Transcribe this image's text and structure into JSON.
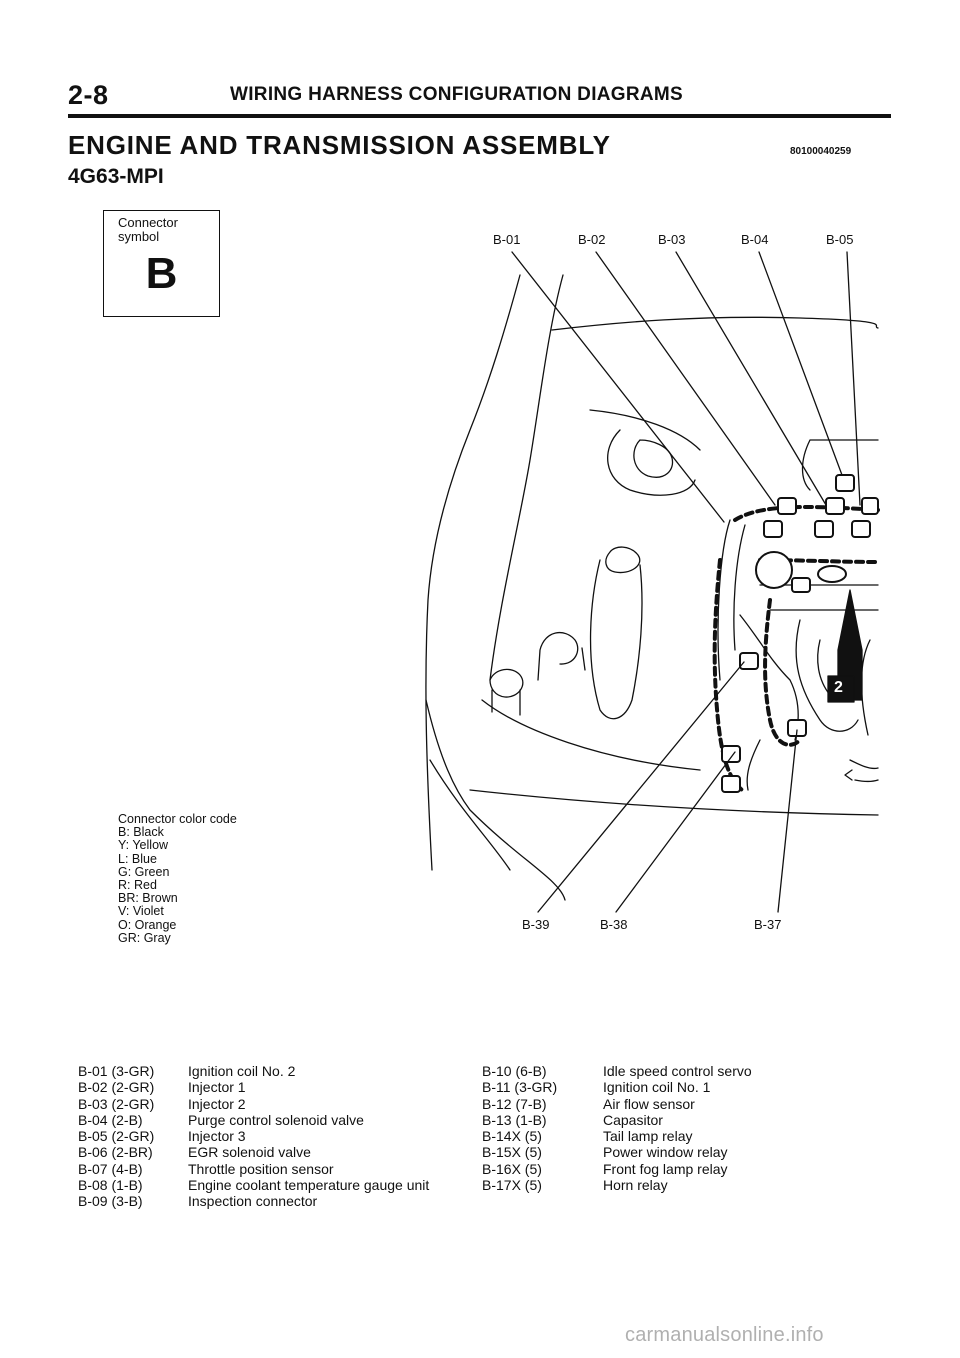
{
  "header": {
    "page_number": "2-8",
    "title": "WIRING HARNESS CONFIGURATION DIAGRAMS"
  },
  "section": {
    "title": "ENGINE AND TRANSMISSION ASSEMBLY",
    "doc_number": "80100040259",
    "model": "4G63-MPI"
  },
  "connector_symbol": {
    "label": "Connector\nsymbol",
    "letter": "B"
  },
  "color_code": {
    "title": "Connector color code",
    "entries": [
      "B: Black",
      "Y: Yellow",
      "L: Blue",
      "G: Green",
      "R: Red",
      "BR: Brown",
      "V: Violet",
      "O: Orange",
      "GR: Gray"
    ]
  },
  "diagram": {
    "top_labels": [
      "B-01",
      "B-02",
      "B-03",
      "B-04",
      "B-05"
    ],
    "bottom_labels": [
      "B-39",
      "B-38",
      "B-37"
    ],
    "callout": "2"
  },
  "parts_left": [
    {
      "code": "B-01 (3-GR)",
      "name": "Ignition coil No. 2"
    },
    {
      "code": "B-02 (2-GR)",
      "name": "Injector 1"
    },
    {
      "code": "B-03 (2-GR)",
      "name": "Injector 2"
    },
    {
      "code": "B-04 (2-B)",
      "name": "Purge control solenoid valve"
    },
    {
      "code": "B-05 (2-GR)",
      "name": "Injector 3"
    },
    {
      "code": "B-06 (2-BR)",
      "name": "EGR solenoid valve"
    },
    {
      "code": "B-07 (4-B)",
      "name": "Throttle position sensor"
    },
    {
      "code": "B-08 (1-B)",
      "name": "Engine coolant temperature gauge unit"
    },
    {
      "code": "B-09 (3-B)",
      "name": "Inspection connector"
    }
  ],
  "parts_right": [
    {
      "code": "B-10 (6-B)",
      "name": "Idle speed control servo"
    },
    {
      "code": "B-11 (3-GR)",
      "name": "Ignition coil No. 1"
    },
    {
      "code": "B-12 (7-B)",
      "name": "Air flow sensor"
    },
    {
      "code": "B-13 (1-B)",
      "name": "Capasitor"
    },
    {
      "code": "B-14X (5)",
      "name": "Tail lamp relay"
    },
    {
      "code": "B-15X (5)",
      "name": "Power window relay"
    },
    {
      "code": "B-16X (5)",
      "name": "Front fog lamp relay"
    },
    {
      "code": "B-17X (5)",
      "name": "Horn relay"
    }
  ],
  "watermark": "carmanualsonline.info"
}
